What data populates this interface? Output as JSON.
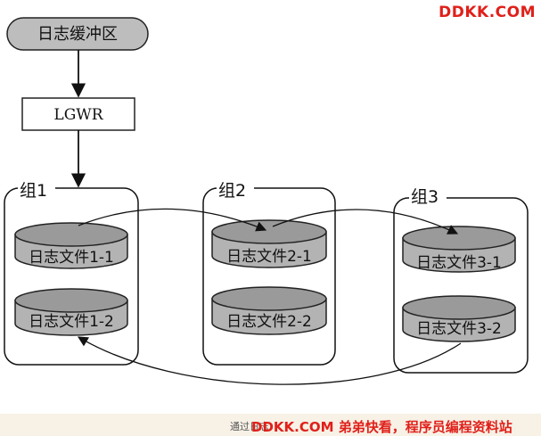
{
  "buffer": {
    "label": "日志缓冲区"
  },
  "writer": {
    "label": "LGWR"
  },
  "groups": [
    {
      "label": "组1",
      "files": [
        "日志文件1-1",
        "日志文件1-2"
      ]
    },
    {
      "label": "组2",
      "files": [
        "日志文件2-1",
        "日志文件2-2"
      ]
    },
    {
      "label": "组3",
      "files": [
        "日志文件3-1",
        "日志文件3-2"
      ]
    }
  ],
  "caption": "通过日志",
  "watermark": {
    "top": "DDKK.COM",
    "bottom": "DDKK.COM 弟弟快看，程序员编程资料站"
  },
  "colors": {
    "watermark": "#e0201a",
    "disk_fill": "#b3b3b3",
    "buffer_fill": "#bdbdbd",
    "line": "#111111"
  }
}
